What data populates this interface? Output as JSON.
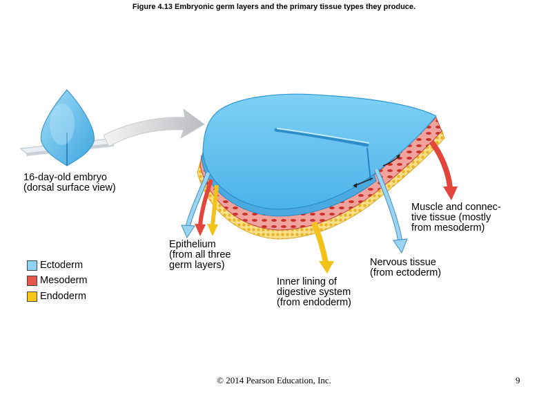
{
  "figure_title": "Figure 4.13 Embryonic germ layers and the primary tissue types they produce.",
  "embryo_label": "16-day-old embryo\n(dorsal surface view)",
  "labels": {
    "muscle": "Muscle and connec-\ntive tissue (mostly\nfrom mesoderm)",
    "epithelium": "Epithelium\n(from all three\ngerm layers)",
    "nervous": "Nervous tissue\n(from ectoderm)",
    "digestive": "Inner lining of\ndigestive system\n(from endoderm)"
  },
  "legend": [
    {
      "label": "Ectoderm",
      "color": "#8fd3f2"
    },
    {
      "label": "Mesoderm",
      "color": "#e8584a"
    },
    {
      "label": "Endoderm",
      "color": "#f5c518"
    }
  ],
  "colors": {
    "ectoderm": "#6cc6ee",
    "mesoderm": "#e06a66",
    "endoderm": "#f5d070",
    "arrow_blue": "#9ad4f0",
    "arrow_red": "#e2453b",
    "arrow_yellow": "#f2c21b"
  },
  "footer": {
    "copyright": "© 2014 Pearson Education, Inc.",
    "page_number": "9"
  }
}
